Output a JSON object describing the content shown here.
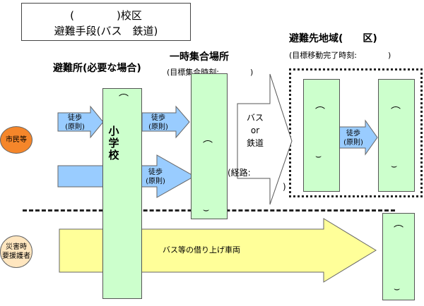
{
  "title_box": {
    "line1": "(　　　　)校区",
    "line2": "避難手段(バス　鉄道)"
  },
  "headings": {
    "shelter": "避難所(必要な場合)",
    "assembly": "一時集合場所",
    "assembly_note": "(目標集合時刻:　　　　)",
    "destination": "避難先地域(　　区)",
    "destination_note": "(目標移動完了時刻:　　　　)"
  },
  "groups": {
    "citizens": "市民等",
    "vulnerable_line1": "災害時",
    "vulnerable_line2": "要援護者"
  },
  "arrows": {
    "walk": "徒歩",
    "principle": "(原則)",
    "bus_line1": "バス",
    "bus_line2": "or",
    "bus_line3": "鉄道",
    "chartered_bus": "バス等の借り上げ車両"
  },
  "labels": {
    "school": "小学校",
    "route": "(経路:",
    "route_close": ")",
    "paren_open": "⌒",
    "paren_close": "⌣"
  },
  "colors": {
    "green_box": "#ccffcc",
    "blue_arrow": "#99ccff",
    "yellow_arrow": "#ffff99",
    "citizens_oval": "#f5862a",
    "vulnerable_oval": "#ffe6bf"
  }
}
